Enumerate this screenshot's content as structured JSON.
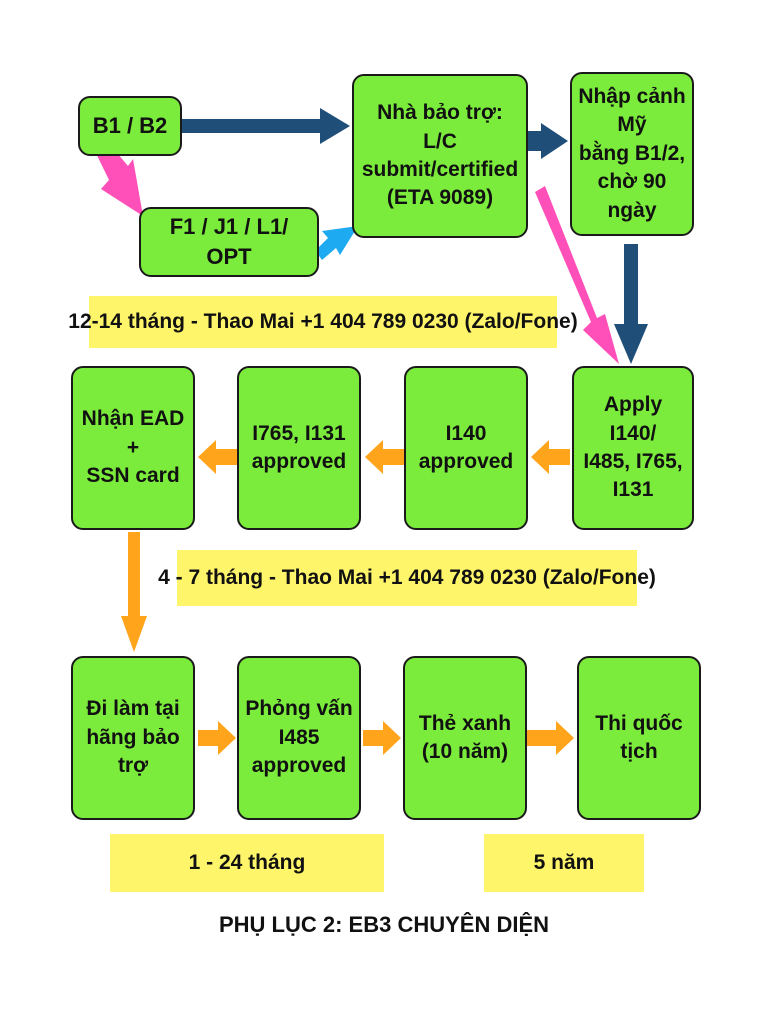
{
  "nodes": {
    "b1b2": "B1 / B2",
    "f1": "F1 / J1 / L1/ OPT",
    "sponsor": "Nhà bảo trợ: L/C\nsubmit/certified\n(ETA 9089)",
    "entry": "Nhập cảnh Mỹ\nbằng B1/2,\nchờ 90 ngày",
    "apply": "Apply I140/\nI485, I765,\nI131",
    "i140": "I140\napproved",
    "i765": "I765, I131\napproved",
    "ead": "Nhận EAD +\nSSN card",
    "work": "Đi làm tại\nhãng bảo trợ",
    "interview": "Phỏng vấn\nI485 approved",
    "greencard": "Thẻ xanh\n(10 năm)",
    "citizenship": "Thi quốc\ntịch"
  },
  "bands": {
    "band1": "12-14 tháng -  Thao Mai +1 404 789 0230 (Zalo/Fone)",
    "band2": "4 - 7 tháng - Thao Mai +1 404 789 0230 (Zalo/Fone)",
    "band3": "1 - 24 tháng",
    "band4": "5 năm"
  },
  "caption": "PHỤ LỤC 2: EB3 CHUYÊN DIỆN",
  "colors": {
    "box_fill": "#7cec3c",
    "band_fill": "#fff56a",
    "arrow_navy": "#1f4e79",
    "arrow_pink": "#ff4fb8",
    "arrow_cyan": "#1eaaf1",
    "arrow_orange": "#ffa41b"
  }
}
